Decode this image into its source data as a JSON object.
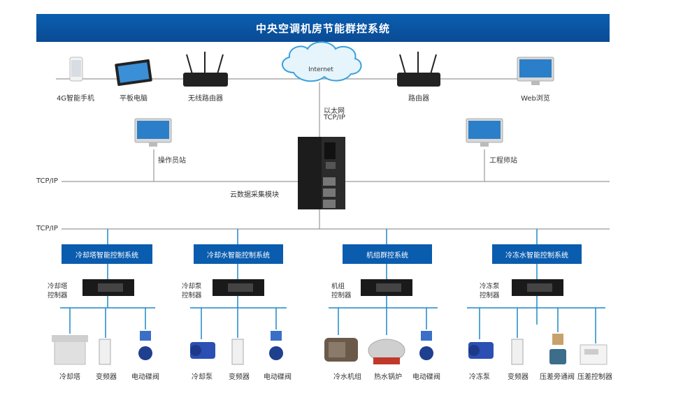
{
  "title": "中央空调机房节能群控系统",
  "top_devices": {
    "phone": "4G智能手机",
    "tablet": "平板电脑",
    "wireless_router": "无线路由器",
    "internet": "Internet",
    "router": "路由器",
    "web": "Web浏览"
  },
  "ethernet_label": [
    "以太网",
    "TCP/IP"
  ],
  "stations": {
    "operator": "操作员站",
    "engineer": "工程师站"
  },
  "bus_labels": {
    "bus1": "TCP/IP",
    "bus2": "TCP/IP"
  },
  "cloud_module": "云数据采集模块",
  "subsystems": [
    {
      "name": "冷却塔智能控制系统",
      "controller": [
        "冷却塔",
        "控制器"
      ],
      "devices": [
        "冷却塔",
        "变频器",
        "电动碟阀"
      ]
    },
    {
      "name": "冷却水智能控制系统",
      "controller": [
        "冷却泵",
        "控制器"
      ],
      "devices": [
        "冷却泵",
        "变频器",
        "电动碟阀"
      ]
    },
    {
      "name": "机组群控系统",
      "controller": [
        "机组",
        "控制器"
      ],
      "devices": [
        "冷水机组",
        "热水锅炉",
        "电动碟阀"
      ]
    },
    {
      "name": "冷冻水智能控制系统",
      "controller": [
        "冷冻泵",
        "控制器"
      ],
      "devices": [
        "冷冻泵",
        "变频器",
        "压差旁通阀",
        "压差控制器"
      ]
    }
  ],
  "colors": {
    "title_bar": "#0a4f9e",
    "box": "#0a5cae",
    "line": "#1e88c8"
  }
}
